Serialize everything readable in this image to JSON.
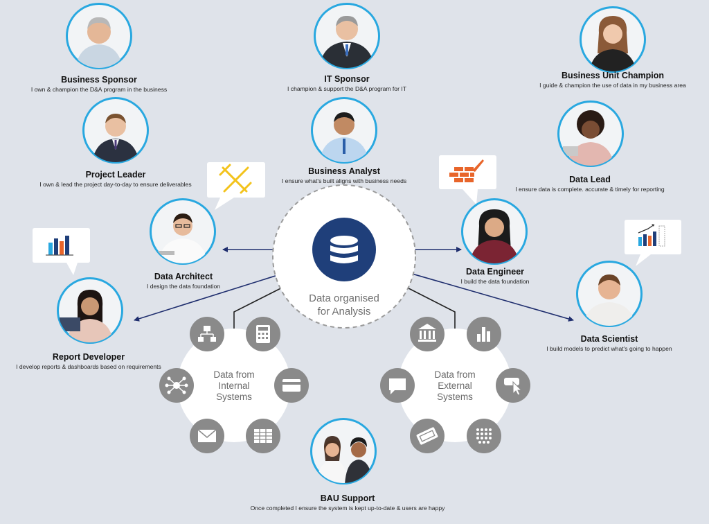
{
  "center": {
    "line1": "Data organised",
    "line2": "for Analysis",
    "icon": "database-icon"
  },
  "internal": {
    "line1": "Data from",
    "line2": "Internal",
    "line3": "Systems"
  },
  "external": {
    "line1": "Data from",
    "line2": "External",
    "line3": "Systems"
  },
  "roles": {
    "business_sponsor": {
      "title": "Business Sponsor",
      "desc": "I own & champion the D&A program in the business"
    },
    "it_sponsor": {
      "title": "IT Sponsor",
      "desc": "I champion & support the D&A program for IT"
    },
    "business_unit_champion": {
      "title": "Business Unit Champion",
      "desc": "I guide & champion the use of data in my business area"
    },
    "project_leader": {
      "title": "Project Leader",
      "desc": "I own & lead the project day-to-day to ensure deliverables"
    },
    "business_analyst": {
      "title": "Business Analyst",
      "desc": "I ensure what's built aligns with business needs"
    },
    "data_lead": {
      "title": "Data Lead",
      "desc": "I ensure data is complete. accurate & timely for reporting"
    },
    "data_architect": {
      "title": "Data Architect",
      "desc": "I design the data foundation"
    },
    "data_engineer": {
      "title": "Data Engineer",
      "desc": "I build the data foundation"
    },
    "report_developer": {
      "title": "Report Developer",
      "desc": "I develop reports & dashboards based on requirements"
    },
    "data_scientist": {
      "title": "Data Scientist",
      "desc": "I build models to predict what's going to happen"
    },
    "bau_support": {
      "title": "BAU Support",
      "desc": "Once completed I ensure the system is kept up-to-date & users are happy"
    }
  },
  "colors": {
    "background": "#dfe3ea",
    "avatar_ring": "#29a8e0",
    "arrow_navy": "#1f2e6e",
    "center_fill": "#1f3f7a",
    "cluster_grey": "#8a8a8a",
    "accent_orange": "#e8652a",
    "accent_yellow": "#f3c31c"
  }
}
